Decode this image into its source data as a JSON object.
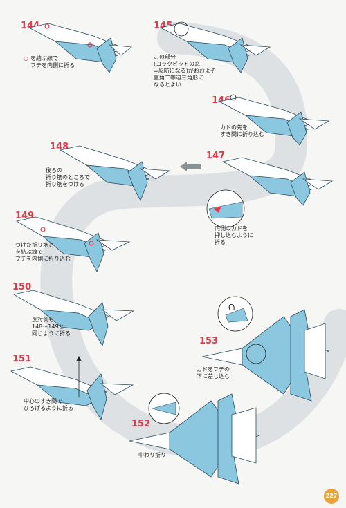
{
  "colors": {
    "accent": "#e23a4a",
    "paper_blue": "#8cc7e0",
    "paper_white": "#ffffff",
    "line": "#2a4a5a",
    "band": "#d9dde0",
    "page_badge": "#e8a23a"
  },
  "steps": [
    {
      "number": "144",
      "note": "を結ぶ線で\nフチを内側に折る"
    },
    {
      "number": "145",
      "note": "この部分\n(コックピットの窓\n=風防になる)がおおよそ\n直角二等辺三角形に\nなるとよい"
    },
    {
      "number": "146",
      "note": "カドの先を\nすき間に折り込む"
    },
    {
      "number": "147",
      "note": "内側のカドを\n押し込むように\n折る"
    },
    {
      "number": "148",
      "note": "後ろの\n折り筋のところで\n折り筋をつける"
    },
    {
      "number": "149",
      "note": "つけた折り筋と\nを結ぶ線で\nフチを内側に折り込む"
    },
    {
      "number": "150",
      "note": "反対側も\n148〜149と\n同じように折る"
    },
    {
      "number": "151",
      "note": "中心のすき間で\nひろげるように折る"
    },
    {
      "number": "152",
      "note": "中わり折り"
    },
    {
      "number": "153",
      "note": "カドをフチの\n下に差し込む"
    }
  ],
  "page_number": "227",
  "icons": [
    "circle-marker-icon",
    "arrow-left-icon",
    "zoom-circle-icon"
  ]
}
